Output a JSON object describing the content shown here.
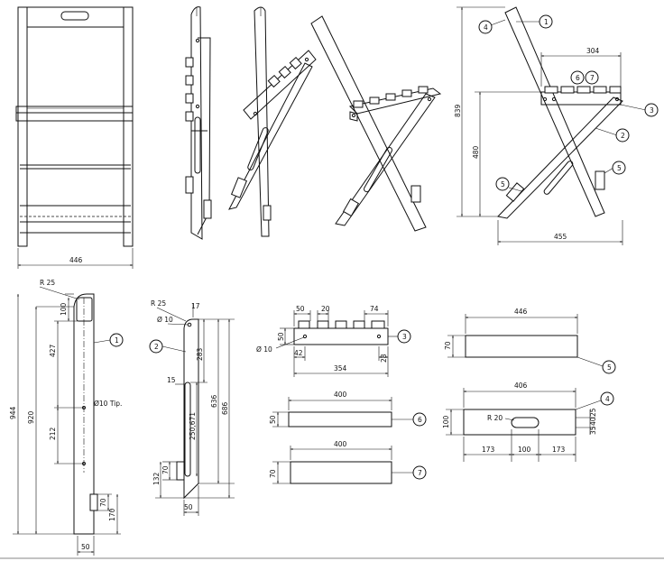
{
  "views": {
    "front": {
      "width": "446"
    },
    "assembled": {
      "height_total": "839",
      "seat_height": "480",
      "seat_depth": "304",
      "base_span": "455"
    },
    "part1": {
      "radius": "R 25",
      "top": "100",
      "hole_offset": "427",
      "height_outer": "944",
      "height_inner": "920",
      "hole_spacing": "212",
      "hole_label": "Ø10 Tip.",
      "notch": "70",
      "foot": "170",
      "width": "50"
    },
    "part2": {
      "radius": "R 25",
      "hole": "Ø 10",
      "top_width": "17",
      "len_a": "283",
      "len_b": "636",
      "len_c": "686",
      "slot": "250,671",
      "slot_offset": "15",
      "notch_a": "70",
      "notch_b": "132",
      "width": "50"
    },
    "part3": {
      "dim_a": "50",
      "dim_b": "20",
      "dim_c": "74",
      "height": "50",
      "hole": "Ø 10",
      "dim_d": "42",
      "dim_e": "28",
      "length": "354"
    },
    "part5": {
      "length": "446",
      "height": "70"
    },
    "part4": {
      "length": "406",
      "height": "100",
      "radius": "R 20",
      "left": "173",
      "mid": "100",
      "right": "173",
      "side_a": "35",
      "side_b": "40",
      "side_c": "25"
    },
    "part6": {
      "length": "400",
      "height": "50"
    },
    "part7": {
      "length": "400",
      "height": "70"
    }
  },
  "callouts": [
    "1",
    "2",
    "3",
    "4",
    "5",
    "6",
    "7"
  ]
}
